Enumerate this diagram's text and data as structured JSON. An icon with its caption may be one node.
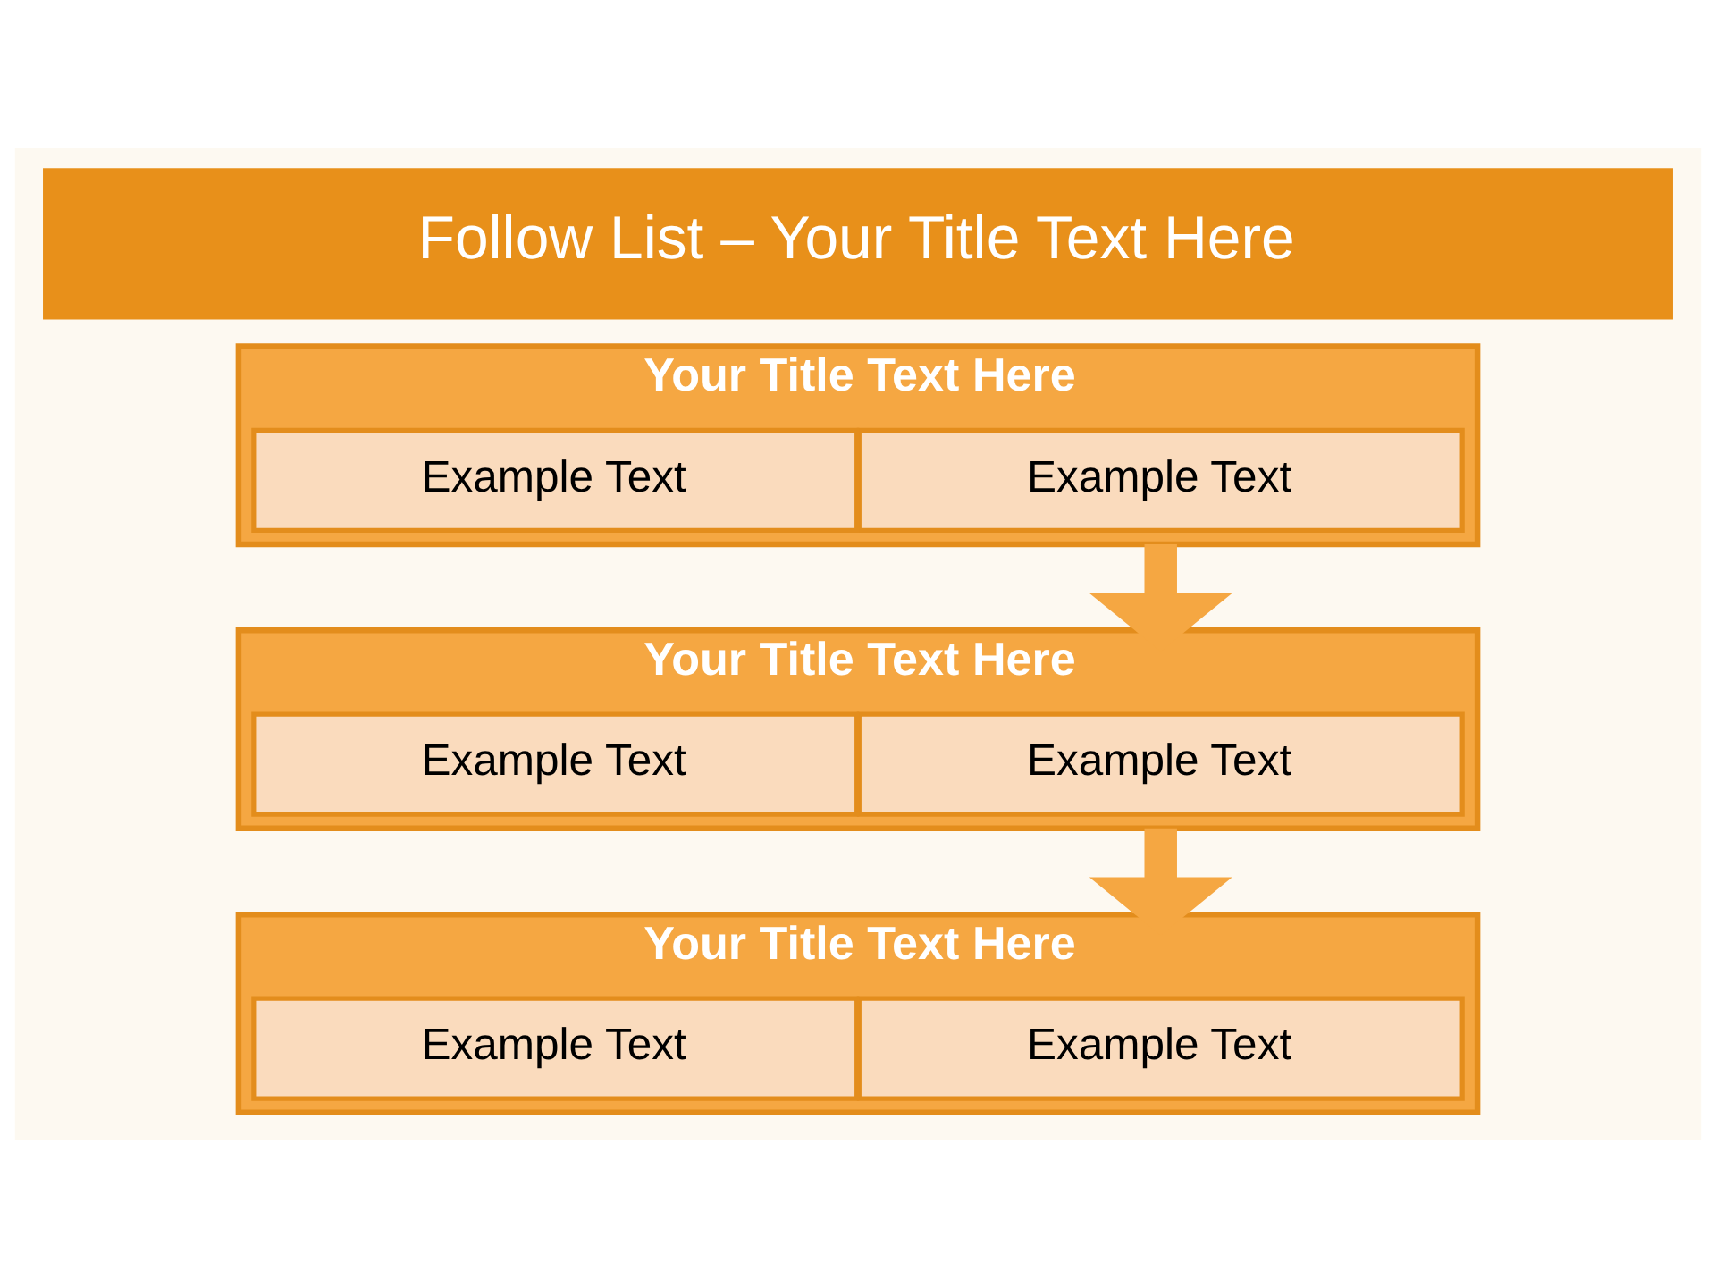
{
  "diagram": {
    "title": "Follow List – Your Title Text Here",
    "nodes": [
      {
        "text": [
          "Your Title Text Here"
        ]
      },
      {
        "text": [
          "Example Text"
        ],
        "in": 0
      },
      {
        "text": [
          "Example Text"
        ],
        "in": 0
      },
      {
        "text": [
          "Your Title Text Here"
        ]
      },
      {
        "text": [
          "Example Text"
        ],
        "in": 3
      },
      {
        "text": [
          "Example Text"
        ],
        "in": 3
      },
      {
        "text": [
          "Your Title Text Here"
        ]
      },
      {
        "text": [
          "Example Text"
        ],
        "in": 6
      },
      {
        "text": [
          "Example Text"
        ],
        "in": 6
      }
    ],
    "edges": [
      {
        "from": 0,
        "to": 3,
        "arrow": "to"
      },
      {
        "from": 3,
        "to": 6,
        "arrow": "to"
      }
    ]
  }
}
